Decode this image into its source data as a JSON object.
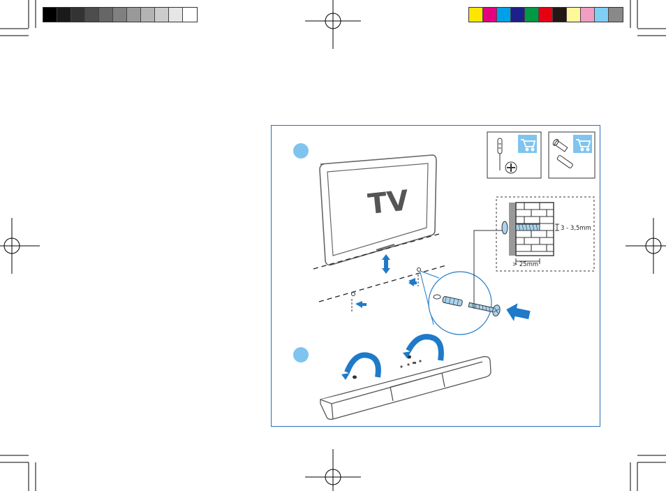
{
  "colors": {
    "frame_border": "#2a6fb5",
    "accent_blue": "#1f7ac8",
    "step_circle": "#7fc4ef",
    "cart_bg": "#7fc4ef",
    "gray_bar": [
      "#000000",
      "#1a1a1a",
      "#333333",
      "#4d4d4d",
      "#666666",
      "#808080",
      "#999999",
      "#b3b3b3",
      "#cccccc",
      "#e6e6e6",
      "#ffffff"
    ],
    "color_bar": [
      "#ffe600",
      "#e4007f",
      "#00a0e9",
      "#1d2088",
      "#009944",
      "#e60012",
      "#231815",
      "#fff799",
      "#f19ec2",
      "#7fcef4",
      "#898989"
    ]
  },
  "tv": {
    "label": "TV"
  },
  "dimensions": {
    "screw_thread": "3 - 3,5mm",
    "depth": "> 25mm"
  },
  "steps": [
    {
      "icon": "step-1-marker"
    },
    {
      "icon": "step-2-marker"
    }
  ],
  "tools": [
    {
      "name": "screwdriver-icon",
      "cart": "shopping-cart-icon"
    },
    {
      "name": "screw-anchor-icon",
      "cart": "shopping-cart-icon"
    }
  ]
}
